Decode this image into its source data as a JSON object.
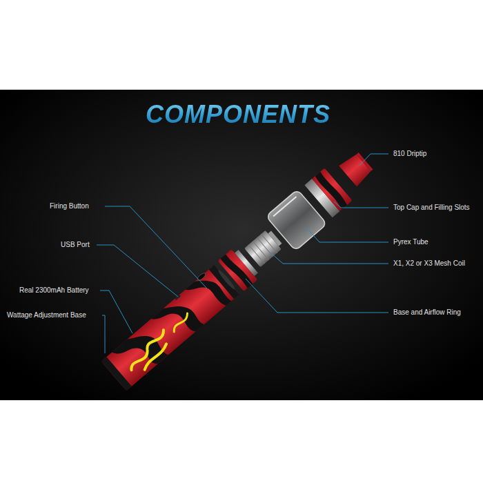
{
  "diagram": {
    "title": "COMPONENTS",
    "labels": [
      "810 Driptip",
      "Top Cap and Filling Slots",
      "Pyrex Tube",
      "X1, X2 or X3 Mesh Coil",
      "Base and Airflow Ring",
      "Firing Button",
      "USB Port",
      "Real 2300mAh Battery",
      "Wattage Adjustment Base"
    ]
  }
}
